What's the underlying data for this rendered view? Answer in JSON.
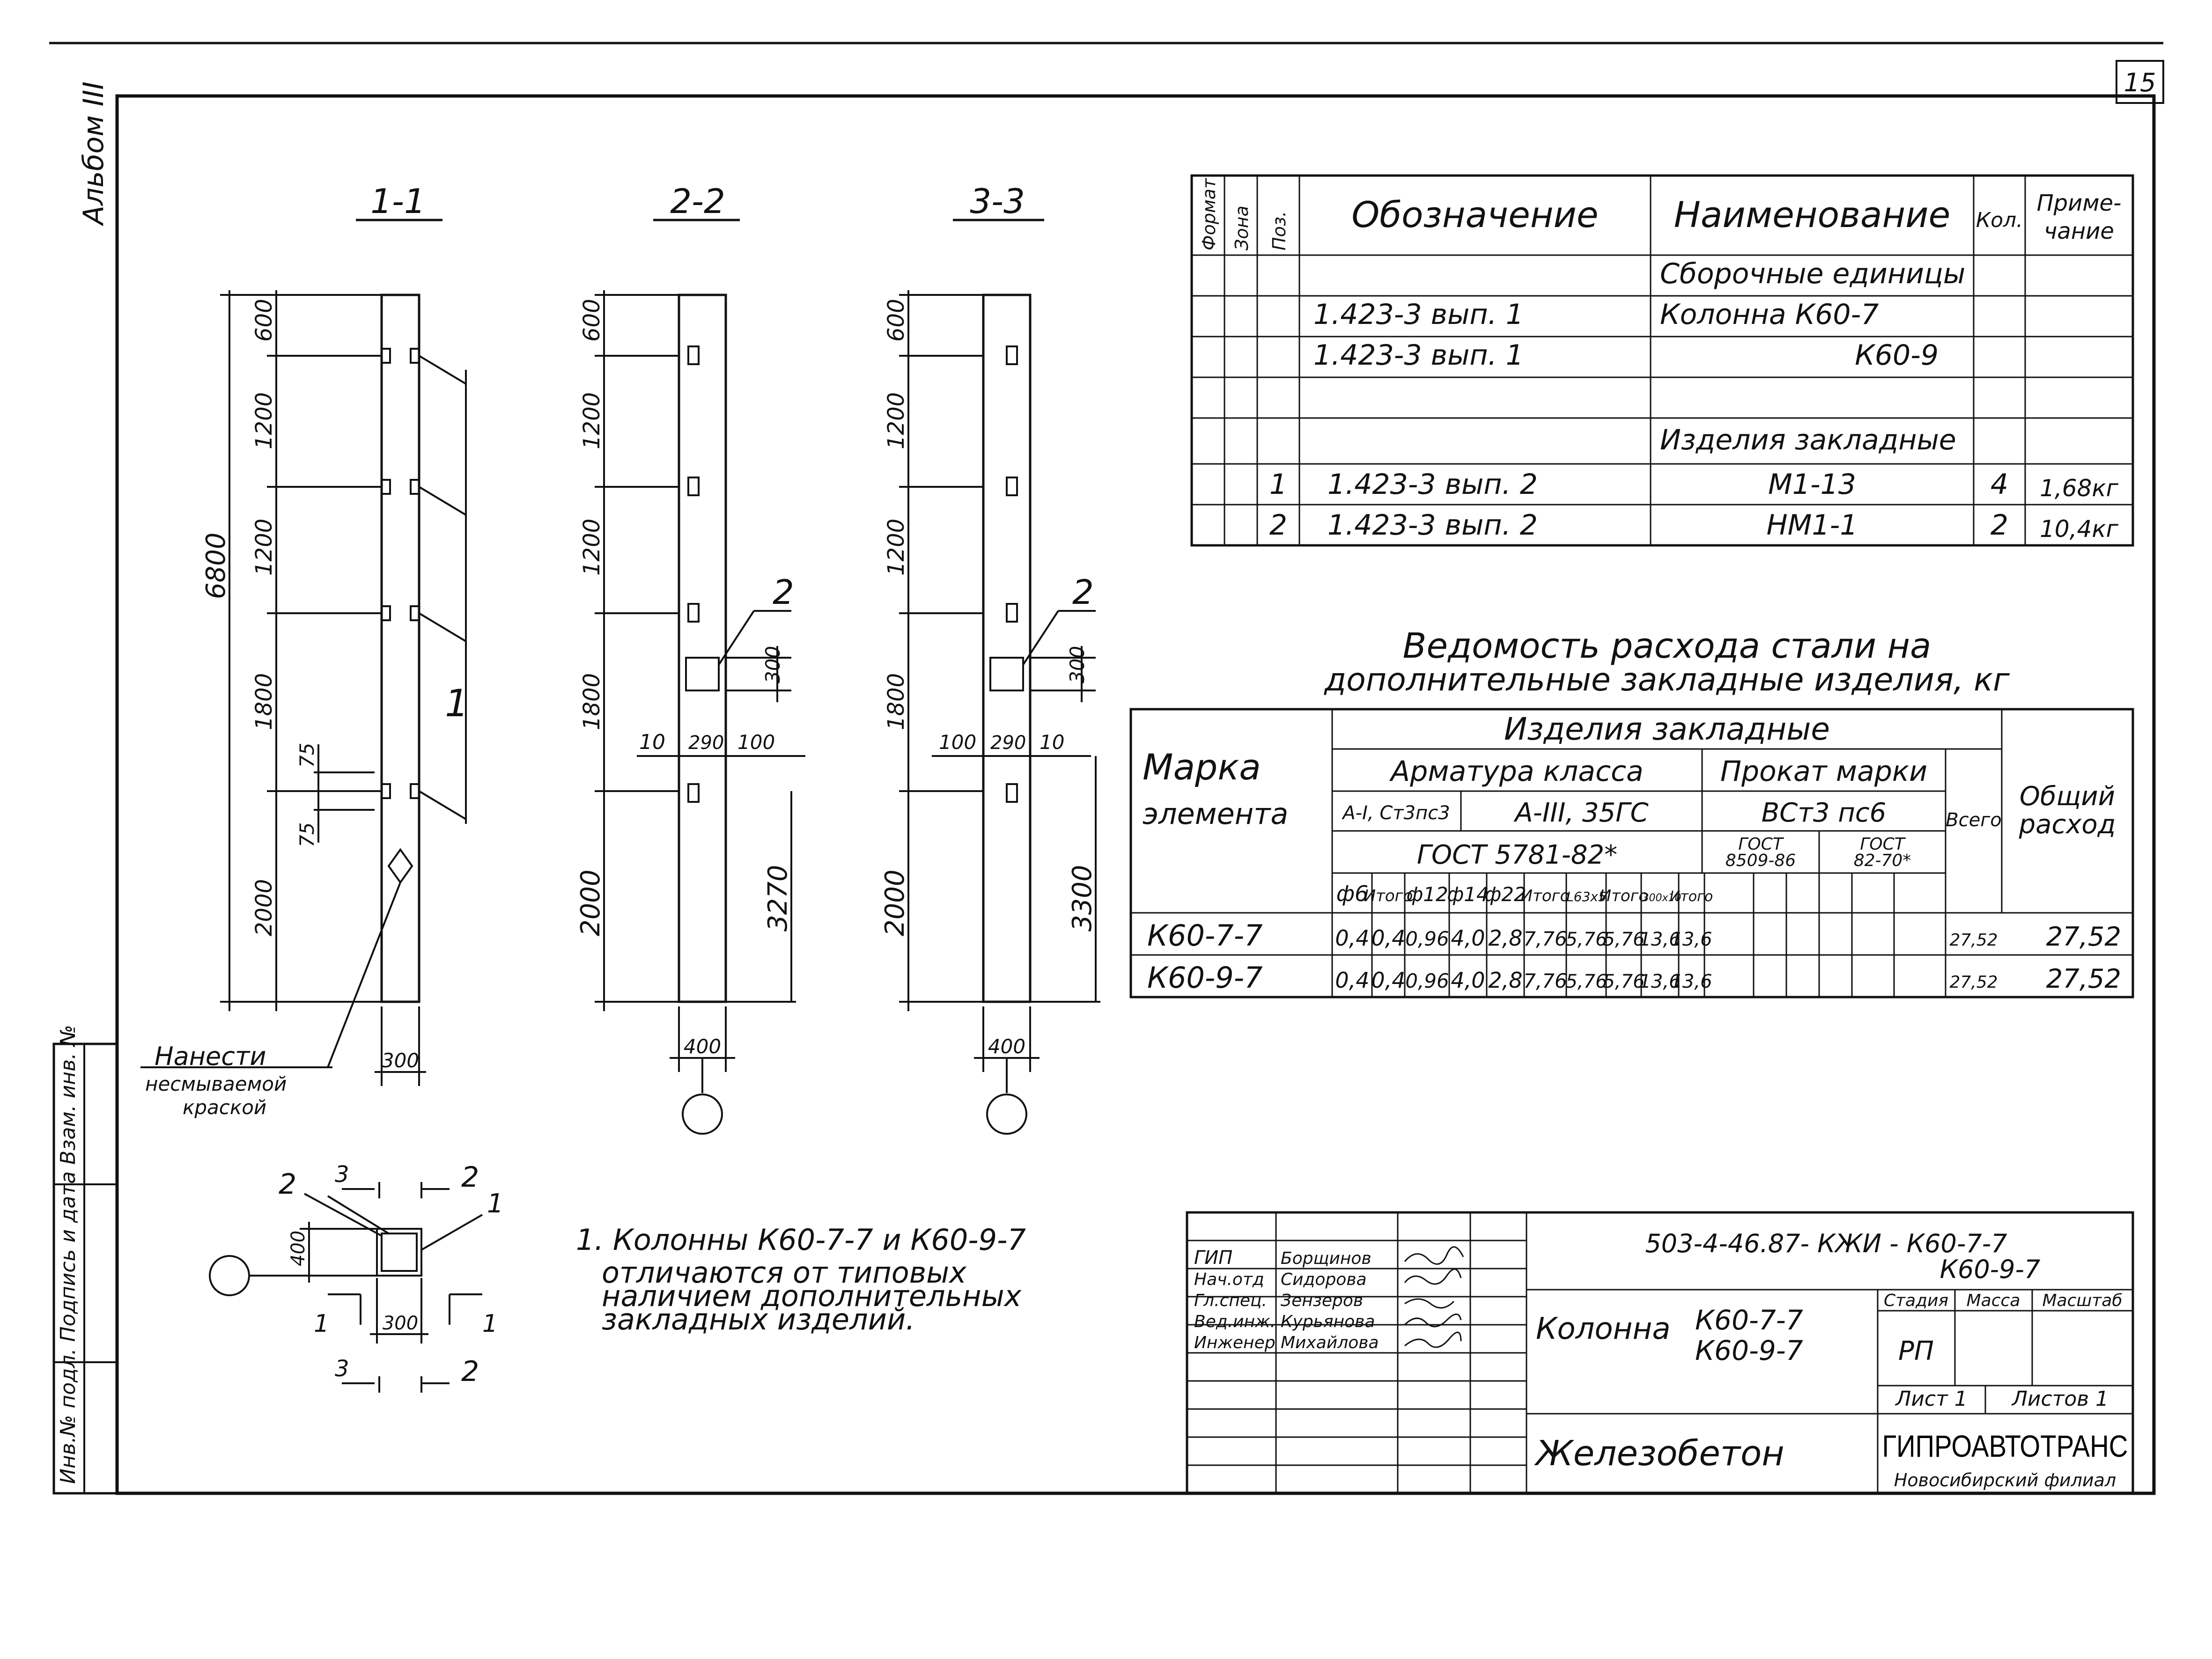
{
  "sheet_number": "15",
  "album_label": "Альбом III",
  "sections": [
    "1-1",
    "2-2",
    "3-3"
  ],
  "section_1": {
    "segments": [
      "600",
      "1200",
      "1200",
      "1800",
      "2000"
    ],
    "total": "6800",
    "small_dims": [
      "75",
      "75"
    ],
    "width": "300",
    "callout": "1",
    "note": [
      "Нанести",
      "несмываемой",
      "краской"
    ]
  },
  "section_2": {
    "segments": [
      "600",
      "1200",
      "1200",
      "1800",
      "2000"
    ],
    "callout": "2",
    "plate_height": "300",
    "plate_dims": [
      "10",
      "290",
      "100"
    ],
    "height_right": "3270",
    "width": "400"
  },
  "section_3": {
    "segments": [
      "600",
      "1200",
      "1200",
      "1800",
      "2000"
    ],
    "callout": "2",
    "plate_height": "300",
    "plate_dims": [
      "100",
      "290",
      "10"
    ],
    "height_right": "3300",
    "width": "400"
  },
  "plan": {
    "labels": [
      "2",
      "3",
      "2",
      "1",
      "1",
      "1",
      "3",
      "2"
    ],
    "dims": [
      "400",
      "300"
    ]
  },
  "spec_table": {
    "headers": [
      "Формат",
      "Зона",
      "Поз.",
      "Обозначение",
      "Наименование",
      "Кол.",
      "Приме-",
      "чание"
    ],
    "rows": [
      {
        "pos": "",
        "designation": "",
        "name": "Сборочные единицы",
        "qty": "",
        "note": ""
      },
      {
        "pos": "",
        "designation": "1.423-3    вып. 1",
        "name": "Колонна    К60-7",
        "qty": "",
        "note": ""
      },
      {
        "pos": "",
        "designation": "1.423-3    вып. 1",
        "name": "К60-9",
        "qty": "",
        "note": ""
      },
      {
        "pos": "",
        "designation": "",
        "name": "",
        "qty": "",
        "note": ""
      },
      {
        "pos": "",
        "designation": "",
        "name": "Изделия закладные",
        "qty": "",
        "note": ""
      },
      {
        "pos": "1",
        "designation": "1.423-3    вып. 2",
        "name": "М1-13",
        "qty": "4",
        "note": "1,68кг"
      },
      {
        "pos": "2",
        "designation": "1.423-3    вып. 2",
        "name": "НМ1-1",
        "qty": "2",
        "note": "10,4кг"
      }
    ]
  },
  "steel_title": [
    "Ведомость расхода стали на",
    "дополнительные закладные изделия, кг"
  ],
  "steel_table": {
    "h_mark": [
      "Марка",
      "элемента"
    ],
    "h_items": "Изделия закладные",
    "h_armature": "Арматура класса",
    "h_rolled": "Прокат марки",
    "h_a1": "A-I, Cт3пс3",
    "h_a3": "A-III, 35ГС",
    "h_vst": "ВСт3 пс6",
    "h_gost1": "ГОСТ 5781-82*",
    "h_gost2": [
      "ГОСТ",
      "8509-86"
    ],
    "h_gost3": [
      "ГОСТ",
      "82-70*"
    ],
    "h_total": "Всего",
    "h_general": [
      "Общий",
      "расход"
    ],
    "h_cols": [
      "ф6",
      "Итого",
      "ф12",
      "ф14",
      "ф22",
      "Итого",
      "L63x5",
      "Итого",
      "-300x10",
      "Итого"
    ],
    "rows": [
      {
        "mark": "К60-7-7",
        "values": [
          "0,4",
          "0,4",
          "0,96",
          "4,0",
          "2,8",
          "7,76",
          "5,76",
          "5,76",
          "13,6",
          "13,6",
          "27,52"
        ],
        "general": "27,52"
      },
      {
        "mark": "К60-9-7",
        "values": [
          "0,4",
          "0,4",
          "0,96",
          "4,0",
          "2,8",
          "7,76",
          "5,76",
          "5,76",
          "13,6",
          "13,6",
          "27,52"
        ],
        "general": "27,52"
      }
    ]
  },
  "note": [
    "1. Колонны К60-7-7 и К60-9-7",
    "отличаются от типовых",
    "наличием дополнительных",
    "закладных изделий."
  ],
  "left_strip": "Инв.№ подл.   Подпись и дата   Взам. инв. №",
  "title_block": {
    "code": "503-4-46.87- КЖИ  -  К60-7-7",
    "code2": "К60-9-7",
    "roles": [
      "ГИП",
      "Нач.отд",
      "Гл.спец.",
      "Вед.инж.",
      "Инженер"
    ],
    "names": [
      "Борщинов",
      "Сидорова",
      "Зензеров",
      "Курьянова",
      "Михайлова"
    ],
    "object": "Колонна",
    "marks": [
      "К60-7-7",
      "К60-9-7"
    ],
    "stage_h": "Стадия",
    "mass_h": "Масса",
    "scale_h": "Масштаб",
    "stage": "РП",
    "sheet": "Лист 1",
    "sheets": "Листов 1",
    "material": "Железобетон",
    "org": "ГИПРОАВТОТРАНС",
    "branch": "Новосибирский филиал"
  }
}
